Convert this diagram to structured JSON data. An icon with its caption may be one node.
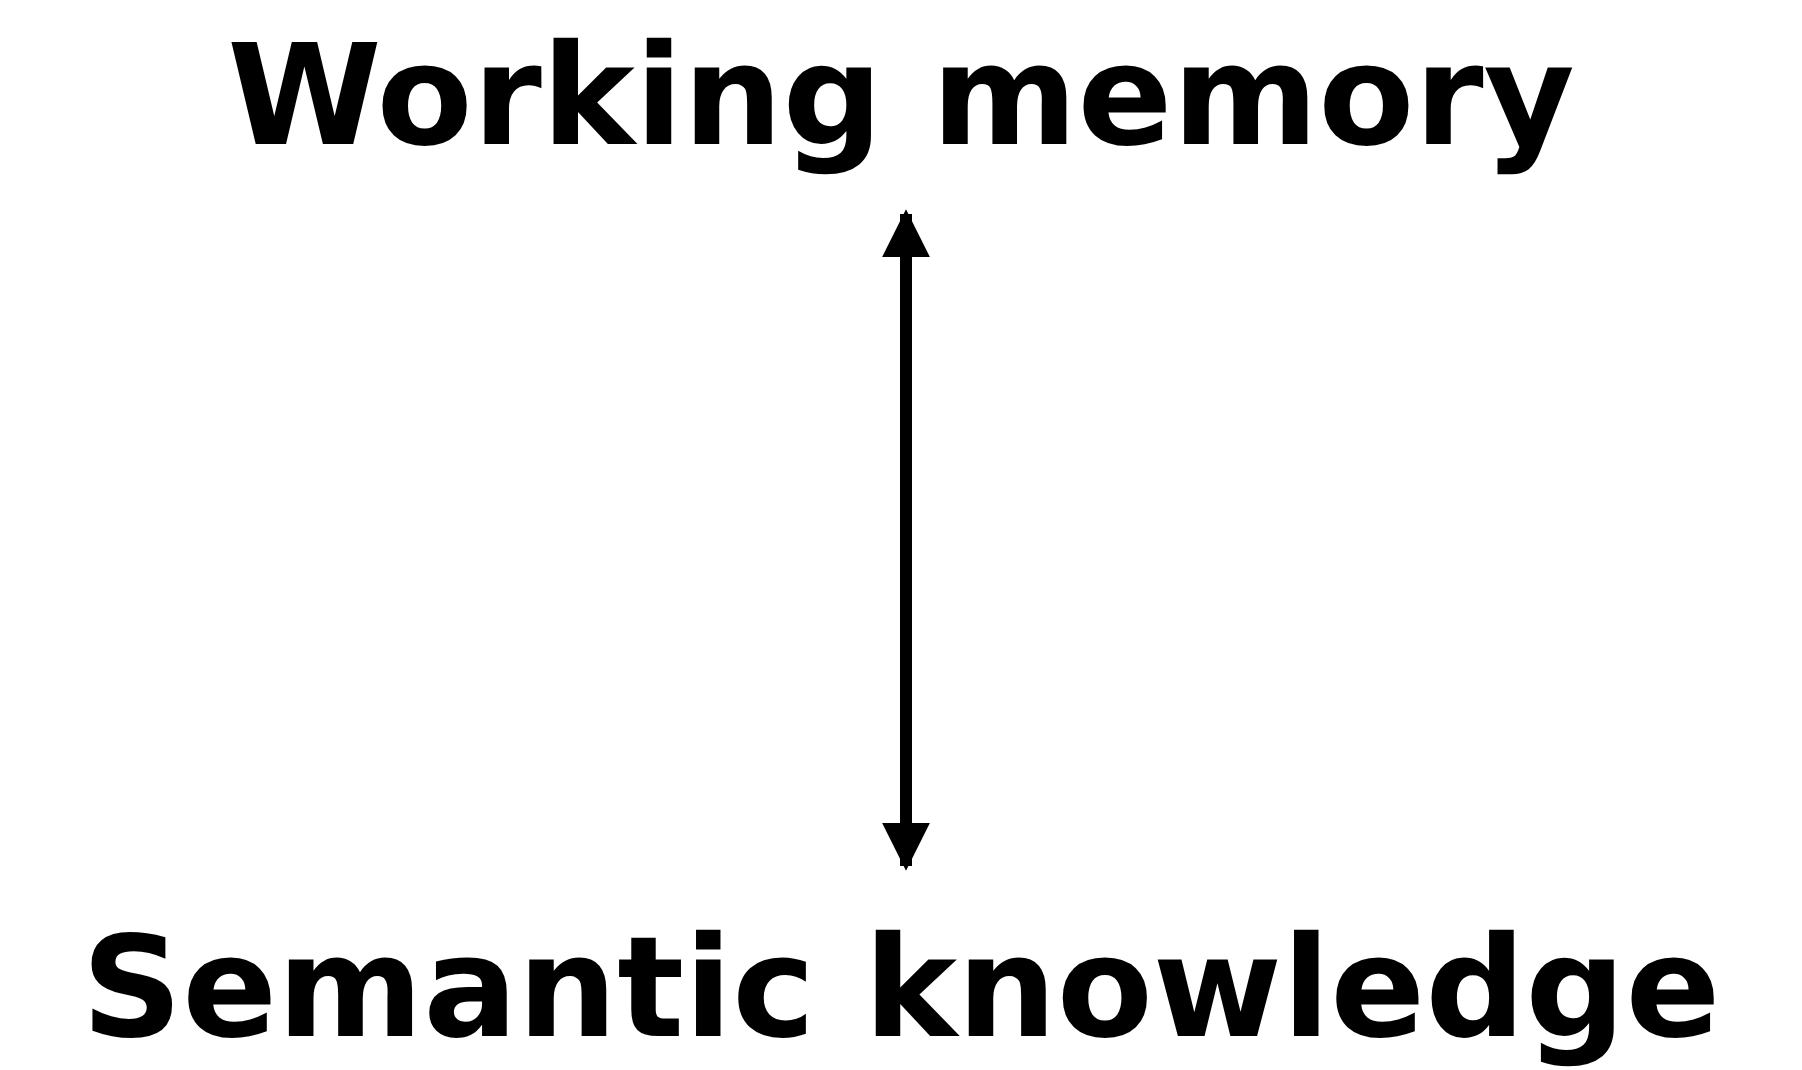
{
  "diagram": {
    "nodes": [
      {
        "text": [
          "Working memory"
        ]
      },
      {
        "text": [
          "Semantic knowledge"
        ]
      }
    ],
    "edges": [
      {
        "from": 0,
        "to": 1,
        "arrow": "both"
      }
    ]
  }
}
